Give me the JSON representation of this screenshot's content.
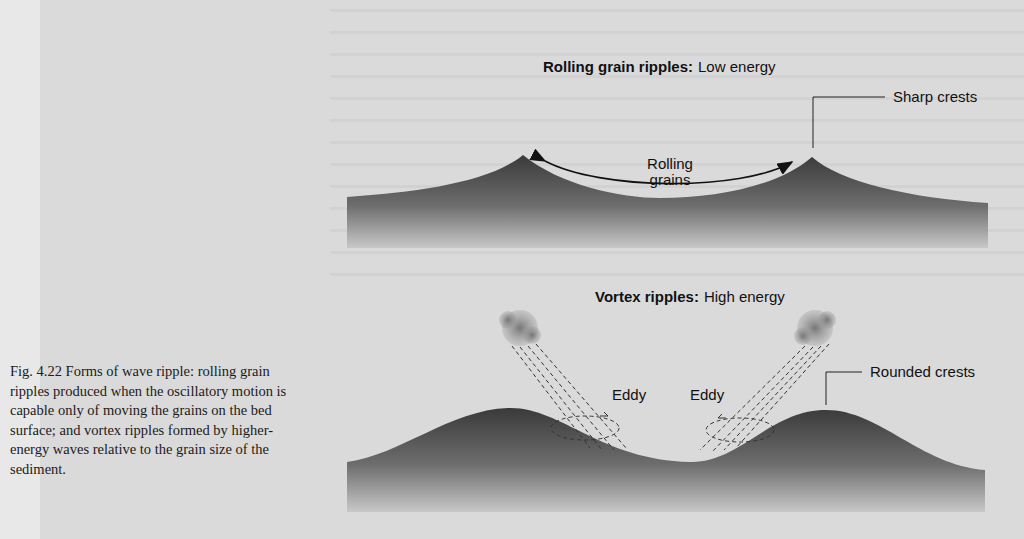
{
  "diagram": {
    "caption": "Fig. 4.22 Forms of wave ripple: rolling grain ripples produced when the oscillatory motion is capable only of moving the grains on the bed surface; and vortex ripples formed by higher-energy waves relative to the grain size of the sediment.",
    "labels": [
      "Rolling grain ripples:",
      "Low energy",
      "Sharp crests",
      "Rolling grains",
      "Vortex ripples:",
      "High energy",
      "Eddy",
      "Eddy",
      "Rounded crests"
    ]
  }
}
